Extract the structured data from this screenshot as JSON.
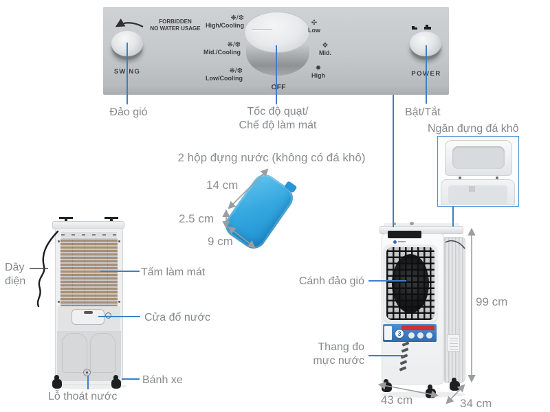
{
  "panel": {
    "swing_label": "SWING",
    "power_label": "POWER",
    "forbidden_line1": "FORBIDDEN",
    "forbidden_line2": "NO WATER USAGE",
    "off_label": "OFF",
    "left_settings": [
      {
        "icons": "❋/❆",
        "label": "High/Cooling"
      },
      {
        "icons": "❋/❆",
        "label": "Mid./Cooling"
      },
      {
        "icons": "❋/❆",
        "label": "Low/Cooling"
      }
    ],
    "right_settings": [
      {
        "icon": "✣",
        "label": "Low"
      },
      {
        "icon": "✥",
        "label": "Mid."
      },
      {
        "icon": "✹",
        "label": "High"
      }
    ]
  },
  "callouts": {
    "swing": "Đảo gió",
    "dial_line1": "Tốc độ quạt/",
    "dial_line2": "Chế độ làm mát",
    "power": "Bật/Tắt",
    "ice_compartment": "Ngăn đựng đá khô",
    "power_cord_line1": "Dây",
    "power_cord_line2": "điện",
    "cooling_pad": "Tấm làm mát",
    "water_door": "Cửa đổ nước",
    "wheel": "Bánh xe",
    "drain": "Lỗ thoát nước",
    "swing_blade": "Cánh đảo gió",
    "water_level_line1": "Thang đo",
    "water_level_line2": "mực nước"
  },
  "ice_pack": {
    "title": "2 hộp đựng nước (không có đá khô)",
    "length": "14 cm",
    "thickness": "2.5 cm",
    "width": "9 cm"
  },
  "dimensions": {
    "height": "99 cm",
    "width": "43 cm",
    "depth": "34 cm"
  },
  "right_cooler": {
    "sticker_badge": "3"
  },
  "colors": {
    "accent_blue": "#3d7fc2",
    "pack_blue": "#2ba0e2",
    "panel_gray": "#c4c8cb",
    "label_gray": "#85888b",
    "box_border_blue": "#4a90d2"
  }
}
